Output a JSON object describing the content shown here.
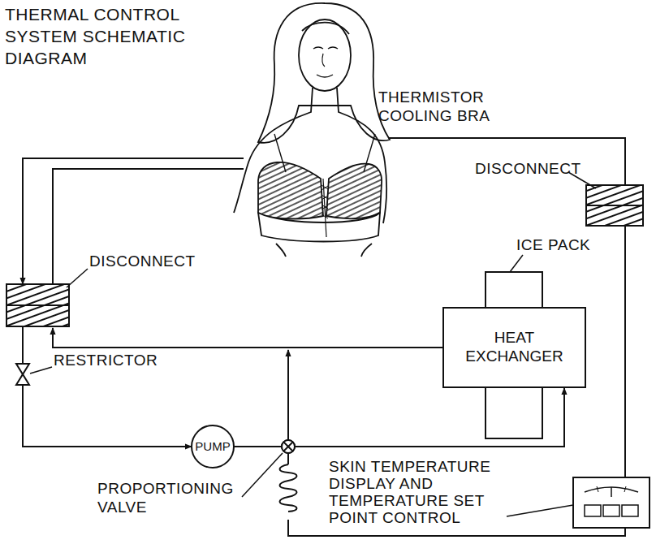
{
  "diagram": {
    "title": "THERMAL CONTROL SYSTEM SCHEMATIC DIAGRAM",
    "nodes": [
      {
        "text": [
          "HEAT EXCHANGER"
        ]
      },
      {
        "text": [
          "PUMP"
        ]
      }
    ],
    "edges": [
      {
        "from": 1,
        "to": 0,
        "arrow": "to"
      }
    ],
    "labels": [
      "THERMISTOR COOLING BRA",
      "DISCONNECT",
      "ICE PACK",
      "DISCONNECT",
      "RESTRICTOR",
      "PROPORTIONING VALVE",
      "SKIN TEMPERATURE DISPLAY AND TEMPERATURE SET POINT CONTROL"
    ]
  }
}
